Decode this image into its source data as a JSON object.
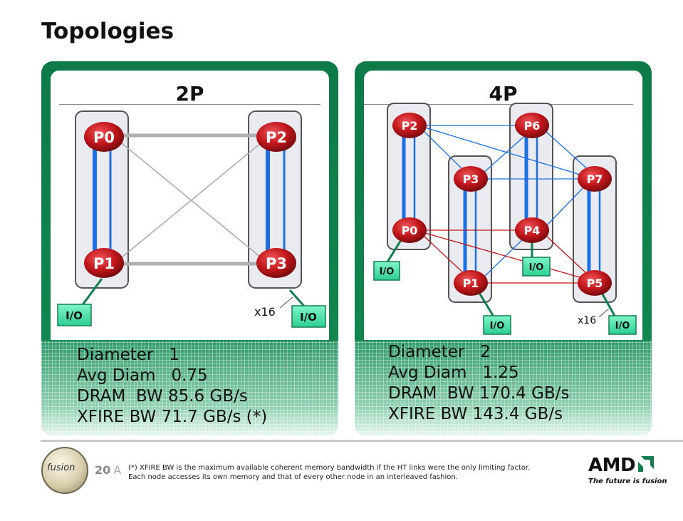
{
  "title": "Topologies",
  "left": {
    "heading": "2P",
    "nodes": [
      "P0",
      "P1",
      "P2",
      "P3"
    ],
    "io_label": "I/O",
    "link_width": "x16",
    "stats": [
      "Diameter   1",
      "Avg Diam   0.75",
      "DRAM  BW 85.6 GB/s",
      "XFIRE BW 71.7 GB/s (*)"
    ]
  },
  "right": {
    "heading": "4P",
    "nodes": [
      "P0",
      "P1",
      "P2",
      "P3",
      "P4",
      "P5",
      "P6",
      "P7"
    ],
    "io_label": "I/O",
    "link_width": "x16",
    "stats": [
      "Diameter   2",
      "Avg Diam   1.25",
      "DRAM  BW 170.4 GB/s",
      "XFIRE BW 143.4 GB/s"
    ]
  },
  "footer": {
    "logo_text": "fusion",
    "page_number": "20",
    "page_suffix": "A",
    "footnote_line1": "(*) XFIRE BW is the maximum available coherent memory bandwidth if the HT links were the only limiting factor.",
    "footnote_line2": "Each node accesses its own memory and that of every other node in an interleaved fashion.",
    "brand": "AMD",
    "tagline": "The future is fusion"
  },
  "colors": {
    "panel_green": "#0d7a47",
    "node_red": "#c0161b",
    "io_green": "#3fe0a8",
    "link_blue": "#1e6fe0",
    "link_red": "#c0161b",
    "link_gray": "#b0b0b0"
  }
}
